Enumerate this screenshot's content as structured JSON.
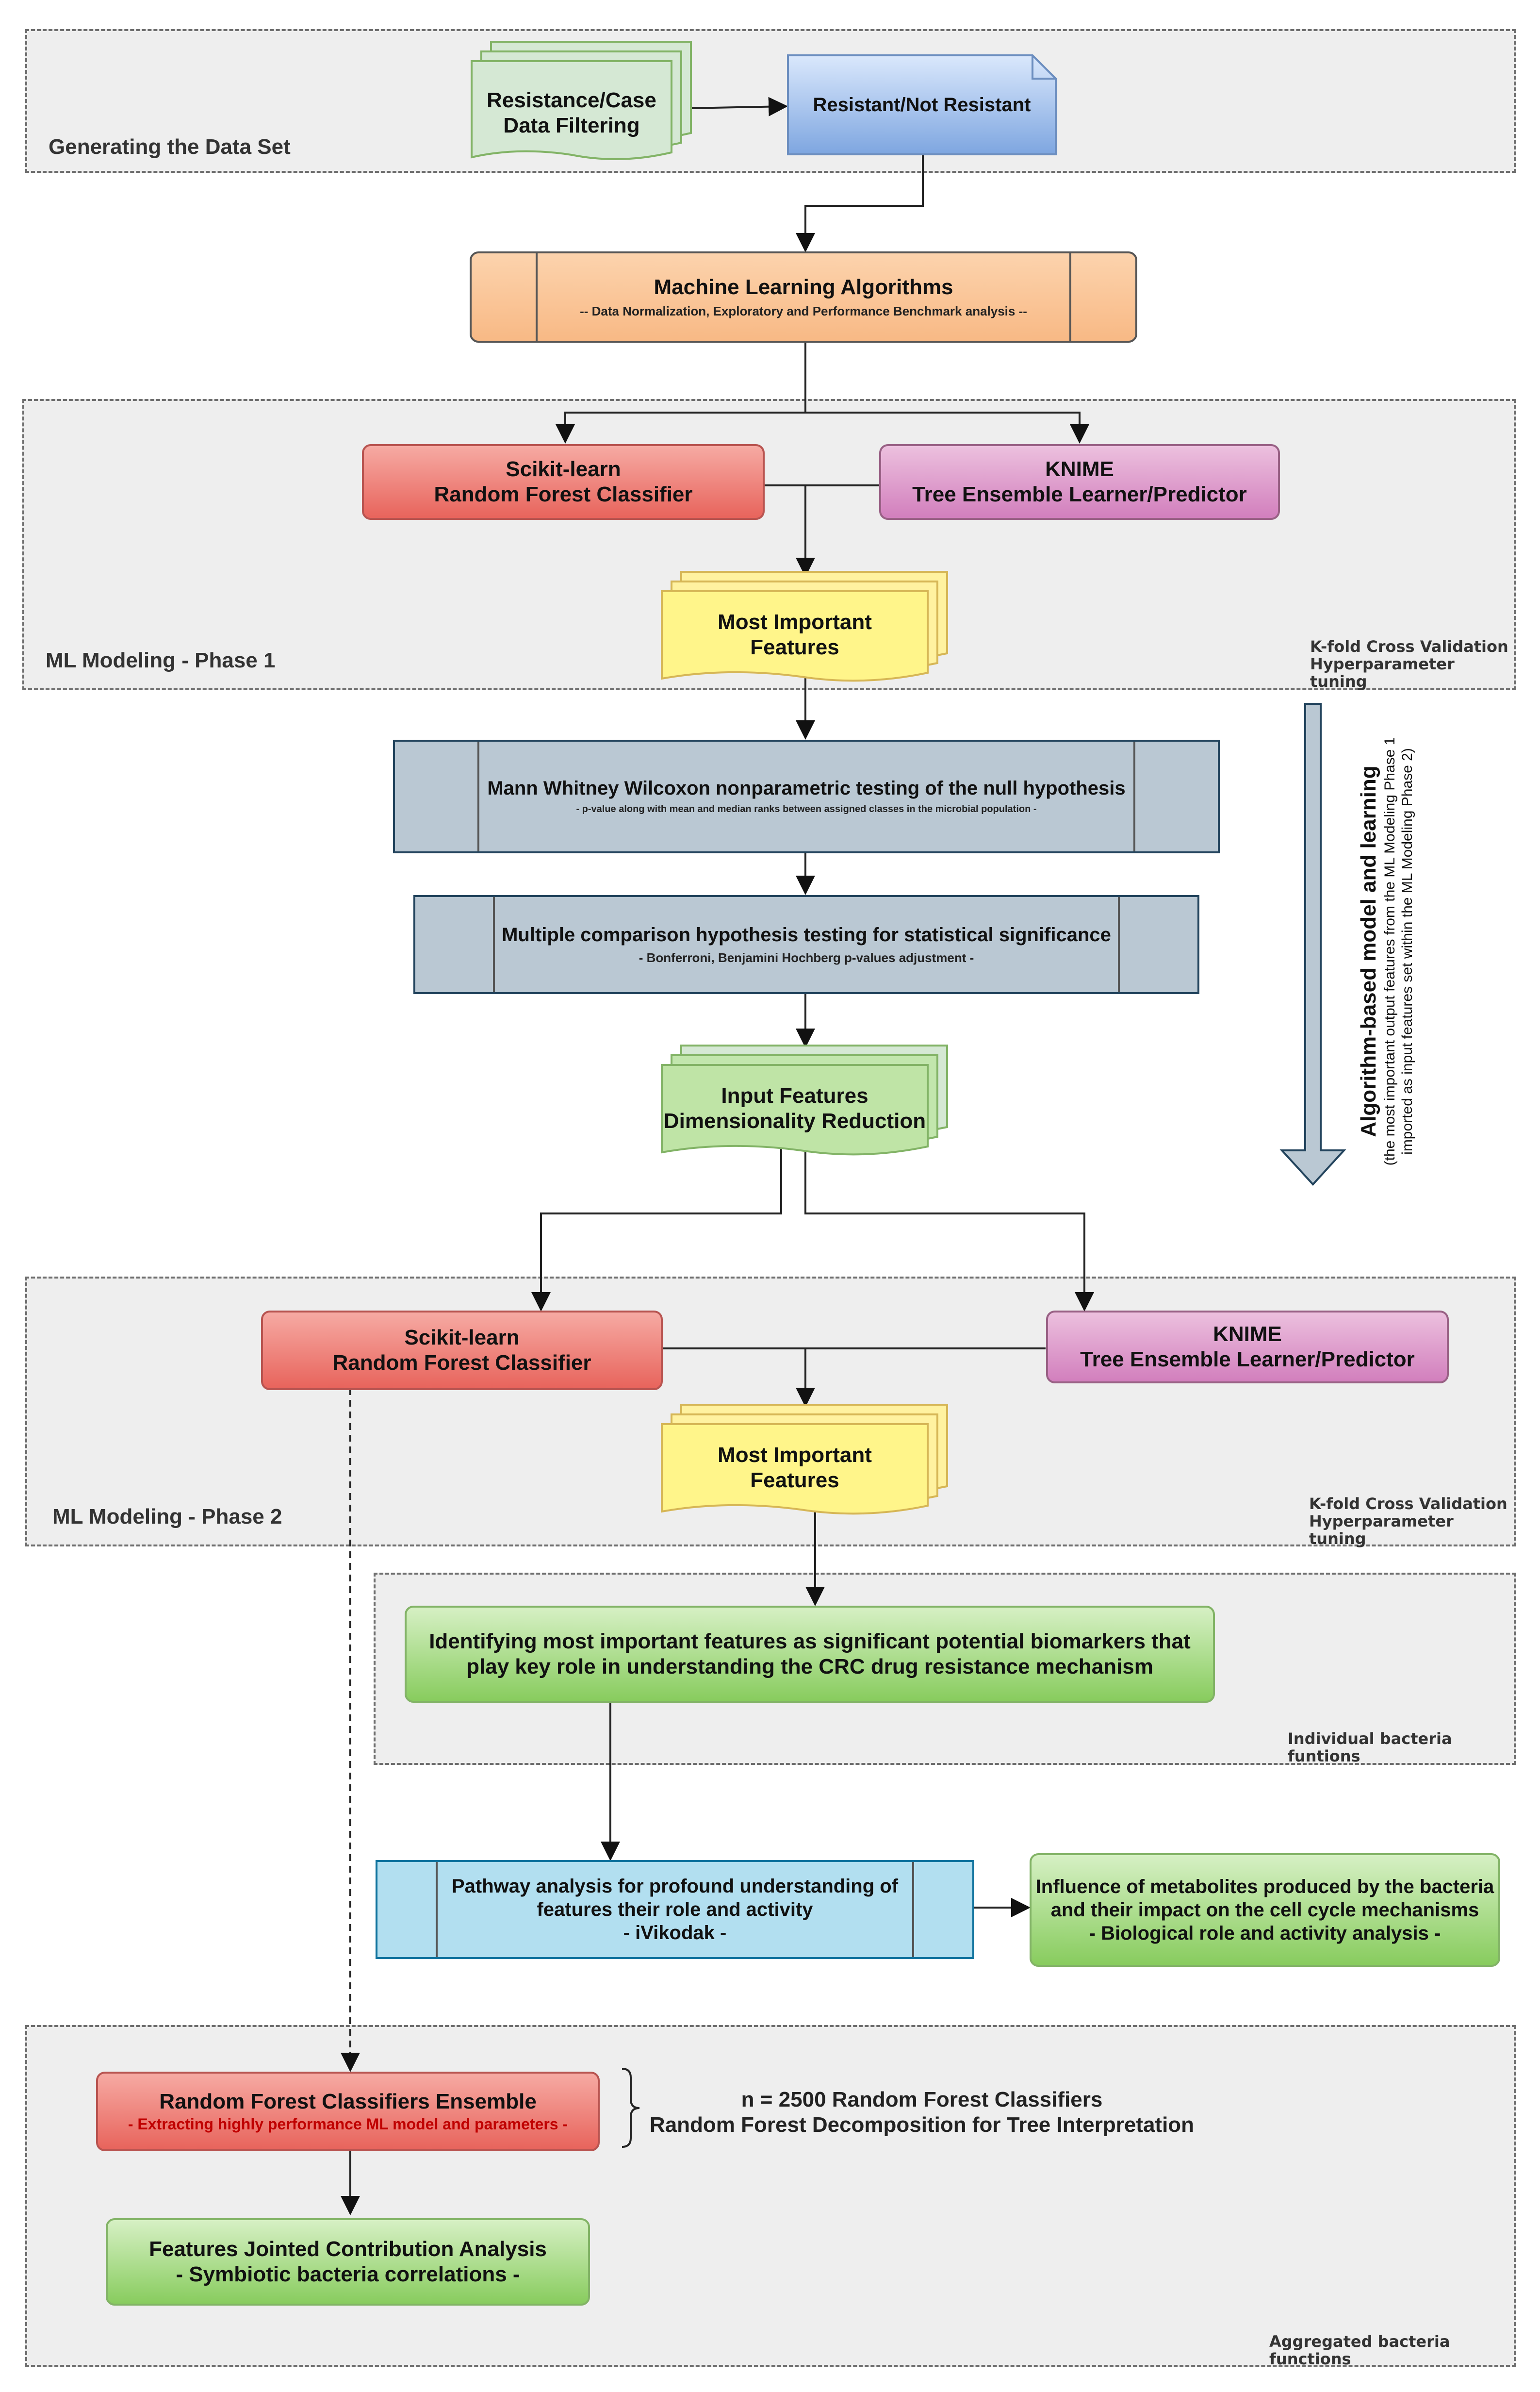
{
  "groups": {
    "data_set": {
      "label": "Generating the Data Set"
    },
    "phase1": {
      "label": "ML Modeling - Phase 1",
      "note": [
        "K-fold Cross Validation",
        "Hyperparameter tuning"
      ]
    },
    "phase2": {
      "label": "ML Modeling - Phase 2",
      "note": [
        "K-fold Cross Validation",
        "Hyperparameter tuning"
      ]
    },
    "individual": {
      "note": "Individual bacteria funtions"
    },
    "aggregated": {
      "note": "Aggregated bacteria functions"
    }
  },
  "nodes": {
    "filtering": {
      "line1": "Resistance/Case",
      "line2": "Data Filtering"
    },
    "resistant": {
      "title": "Resistant/Not Resistant"
    },
    "ml_algos": {
      "title": "Machine Learning Algorithms",
      "sub": "-- Data Normalization, Exploratory and Performance Benchmark analysis --"
    },
    "sklearn1": {
      "line1": "Scikit-learn",
      "line2": "Random Forest Classifier"
    },
    "knime1": {
      "line1": "KNIME",
      "line2": "Tree Ensemble Learner/Predictor"
    },
    "features1": {
      "line1": "Most Important",
      "line2": "Features"
    },
    "mww": {
      "title": "Mann Whitney Wilcoxon nonparametric testing of the null hypothesis",
      "sub": "- p-value along with mean and median ranks between assigned classes in the microbial population -"
    },
    "multiple": {
      "title": "Multiple comparison hypothesis testing for statistical significance",
      "sub": "- Bonferroni, Benjamini Hochberg p-values adjustment -"
    },
    "input_features": {
      "line1": "Input Features",
      "line2": "Dimensionality Reduction"
    },
    "sklearn2": {
      "line1": "Scikit-learn",
      "line2": "Random Forest Classifier"
    },
    "knime2": {
      "line1": "KNIME",
      "line2": "Tree Ensemble Learner/Predictor"
    },
    "features2": {
      "line1": "Most Important",
      "line2": "Features"
    },
    "identifying": {
      "line1": "Identifying most important features as significant potential biomarkers that",
      "line2": "play key role in understanding the CRC drug resistance mechanism"
    },
    "pathway": {
      "line1": "Pathway analysis for profound understanding of",
      "line2": "features their role and activity",
      "line3": "- iVikodak -"
    },
    "influence": {
      "line1": "Influence of metabolites produced by the bacteria",
      "line2": "and their impact on the cell cycle mechanisms",
      "line3": "- Biological role and activity analysis -"
    },
    "ensemble": {
      "title": "Random Forest Classifiers Ensemble",
      "sub": "- Extracting highly performance ML model and parameters -"
    },
    "jointed": {
      "line1": "Features Jointed Contribution Analysis",
      "line2": "- Symbiotic bacteria correlations  -"
    }
  },
  "side_arrow": {
    "title": "Algorithm-based model and learning",
    "sub1": "(the most important output features from the ML Modeling Phase 1",
    "sub2": "imported as input features set within the ML Modeling Phase 2)"
  },
  "brace_note": {
    "line1": "n = 2500 Random Forest Classifiers",
    "line2": "Random Forest Decomposition for Tree Interpretation"
  },
  "colors": {
    "group_fill": "#eeeeee",
    "orange": "#f8b985",
    "red": "#e8645c",
    "pink": "#d27fbd",
    "green": "#88cc5e",
    "yellow": "#fff58a",
    "blue": "#7ea6e0",
    "bluegrey": "#bac8d3",
    "lightblue": "#b2dff0"
  }
}
